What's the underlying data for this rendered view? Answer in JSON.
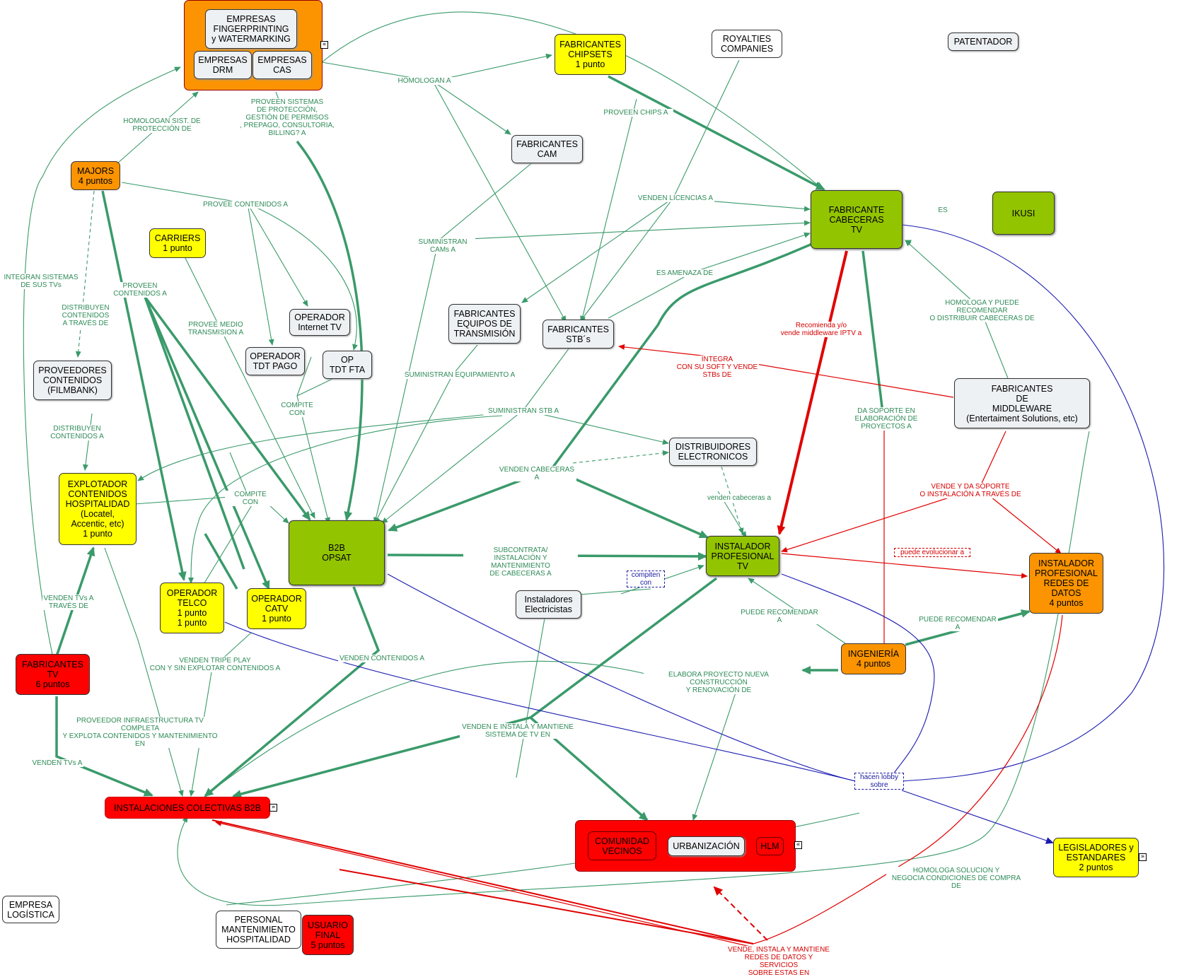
{
  "nodes": {
    "fingerprinting": "EMPRESAS\nFINGERPRINTING\ny WATERMARKING",
    "drm": "EMPRESAS\nDRM",
    "cas": "EMPRESAS\nCAS",
    "chipsets": "FABRICANTES\nCHIPSETS\n1 punto",
    "royalties": "ROYALTIES\nCOMPANIES",
    "patentador": "PATENTADOR",
    "cam": "FABRICANTES\nCAM",
    "majors": "MAJORS\n4 puntos",
    "cabeceras": "FABRICANTE\nCABECERAS\nTV",
    "ikusi": "IKUSI",
    "carriers": "CARRIERS\n1 punto",
    "op_internet": "OPERADOR\nInternet TV",
    "equipos_transmision": "FABRICANTES\nEQUIPOS DE\nTRANSMISIÓN",
    "stbs": "FABRICANTES\nSTB´s",
    "op_tdt_pago": "OPERADOR\nTDT PAGO",
    "op_tdt_fta": "OP\nTDT FTA",
    "proveedores": "PROVEEDORES\nCONTENIDOS\n(FILMBANK)",
    "middleware": "FABRICANTES\nDE\nMIDDLEWARE\n(Entertaiment Solutions, etc)",
    "distribuidores": "DISTRIBUIDORES\nELECTRONICOS",
    "explotador": "EXPLOTADOR\nCONTENIDOS\nHOSPITALIDAD\n(Locatel,\nAccentic, etc)\n1 punto",
    "b2b_opsat": "B2B\nOPSAT",
    "instalador_tv": "INSTALADOR\nPROFESIONAL\nTV",
    "instalador_datos": "INSTALADOR\nPROFESIONAL\nREDES DE\nDATOS\n4 puntos",
    "telco": "OPERADOR\nTELCO\n1 punto\n1 punto",
    "catv": "OPERADOR\nCATV\n1 punto",
    "electricistas": "Instaladores\nElectricistas",
    "ingenieria": "INGENIERÍA\n4 puntos",
    "fabricantes_tv": "FABRICANTES\nTV\n6 puntos",
    "instalaciones_b2b": "INSTALACIONES COLECTIVAS B2B",
    "comunidad": "COMUNIDAD\nVECINOS",
    "urbanizacion": "URBANIZACIÓN",
    "hlm": "HLM",
    "legisladores": "LEGISLADORES y\nESTANDARES\n2 puntos",
    "logistica": "EMPRESA\nLOGÍSTICA",
    "personal": "PERSONAL\nMANTENIMIENTO\nHOSPITALIDAD",
    "usuario_final": "USUARIO\nFINAL\n5 puntos"
  },
  "labels": {
    "homologan_a": "HOMOLOGAN A",
    "proveen_sistemas": "PROVEEN SISTEMAS\nDE PROTECCIÓN,\nGESTIÓN DE PERMISOS\n, PREPAGO, CONSULTORIA,\nBILLING? A",
    "homologan_sist": "HOMOLOGAN SIST. DE\nPROTECCIÓN DE",
    "proveen_chips": "PROVEEN CHIPS A",
    "provee_contenidos": "PROVEE CONTENIDOS A",
    "integran_sistemas": "INTEGRAN SISTEMAS\nDE SUS TVs",
    "vendendo_licencias": "VENDEN LICENCIAS A",
    "es": "ES",
    "suministran_cams": "SUMINISTRAN\nCAMs A",
    "proveen_contenidos": "PROVEEN\nCONTENIDOS A",
    "distribuyen_contenidos_traves": "DISTRIBUYEN\nCONTENIDOS\nA TRAVÉS DE",
    "provee_medio": "PROVEE MEDIO\nTRANSMISION A",
    "es_amenaza": "ES AMENAZA DE",
    "homologa_recomendar": "HOMOLOGA Y PUEDE RECOMENDAR\nO DISTRIBUIR CABECERAS DE",
    "recomienda": "Recomienda y/o\nvende middleware IPTV a",
    "integra_soft": "INTEGRA\nCON SU SOFT Y VENDE\nSTBs DE",
    "suministran_equipamiento": "SUMINISTRAN EQUIPAMIENTO A",
    "compite_con": "COMPITE\nCON",
    "da_soporte": "DA SOPORTE EN\nELABORACIÓN DE\nPROYECTOS A",
    "suministran_stb": "SUMINISTRAN STB A",
    "distribuyen_contenidos": "DISTRIBUYEN\nCONTENIDOS A",
    "venden_cabeceras_upper": "VENDEN CABECERAS A",
    "venden_cabeceras_lower": "venden cabeceras a",
    "vende_soporte": "VENDE Y DA SOPORTE\nO INSTALACIÓN A TRAVÉS DE",
    "compite_con_2": "COMPITE CON",
    "subcontrata": "SUBCONTRATA/\nINSTALACIÓN Y MANTENIMIENTO\nDE CABECERAS A",
    "puede_evolucionar": "puede evolucionar a",
    "compiten_con": "compiten\ncon",
    "venden_tvs_traves": "VENDEN TVs A\nTRAVÉS DE",
    "puede_recomendar_1": "PUEDE RECOMENDAR A",
    "puede_recomendar_2": "PUEDE RECOMENDAR A",
    "venden_triple": "VENDEN TRIPE PLAY\nCON Y SIN EXPLOTAR CONTENIDOS A",
    "venden_contenidos": "VENDEN CONTENIDOS A",
    "elabora_proyecto": "ELABORA PROYECTO NUEVA CONSTRUCCIÓN\nY RENOVACIÓN DE",
    "proveedor_infra": "PROVEEDOR INFRAESTRUCTURA TV COMPLETA\nY EXPLOTA CONTENIDOS Y MANTENIMIENTO EN",
    "venden_instala": "VENDEN E INSTALA Y MANTIENE\nSISTEMA DE TV EN",
    "venden_tvs": "VENDEN TVs A",
    "hacen_lobby": "hacen   lobby\nsobre",
    "homologa_solucion": "HOMOLOGA SOLUCION Y\nNEGOCIA CONDICIONES DE COMPRA\nDE",
    "vende_instala_redes": "VENDE, INSTALA Y MANTIENE\nREDES DE DATOS Y SERVICIOS\nSOBRE ESTAS EN"
  },
  "colors": {
    "edge_green": "#3a9a6a",
    "edge_red": "#e00000",
    "edge_blue": "#1a1ab0",
    "node_orange": "#fb9400",
    "node_yellow": "#ffff00",
    "node_green": "#93c400",
    "node_red": "#ff0000"
  }
}
